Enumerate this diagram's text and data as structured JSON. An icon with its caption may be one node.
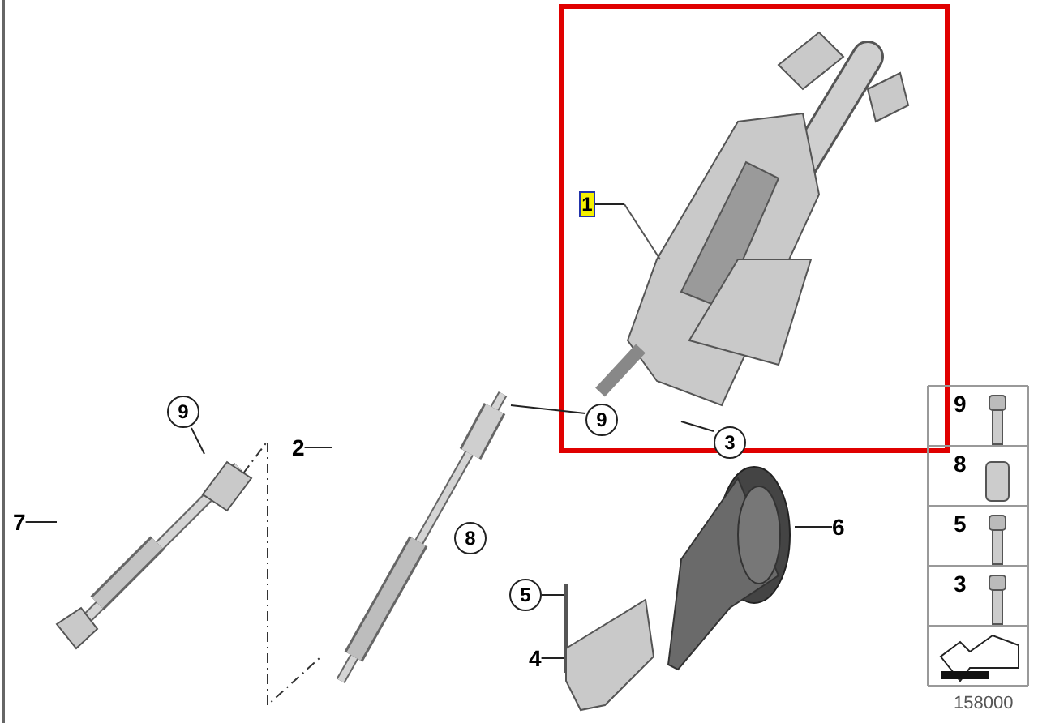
{
  "diagram": {
    "nodes": [
      {
        "text": [
          "1"
        ]
      },
      {
        "text": [],
        "shape": "picture"
      },
      {
        "text": [
          "3"
        ]
      },
      {
        "text": [
          "9"
        ]
      },
      {
        "text": [
          "2"
        ]
      },
      {
        "text": [],
        "shape": "picture"
      },
      {
        "text": [
          "7"
        ]
      },
      {
        "text": [],
        "shape": "picture"
      },
      {
        "text": [
          "9"
        ]
      },
      {
        "text": [
          "5"
        ]
      },
      {
        "text": [
          "4"
        ]
      },
      {
        "text": [],
        "shape": "picture"
      },
      {
        "text": [
          "6"
        ]
      },
      {
        "text": [],
        "shape": "picture"
      }
    ],
    "edges": [
      {
        "from": 0,
        "to": 1,
        "arrow": "none"
      },
      {
        "from": 2,
        "to": 1,
        "arrow": "none"
      },
      {
        "from": 3,
        "to": 5,
        "arrow": "none"
      },
      {
        "from": 4,
        "to": 5,
        "arrow": "none"
      },
      {
        "from": 6,
        "to": 7,
        "arrow": "none"
      },
      {
        "from": 8,
        "to": 7,
        "arrow": "none"
      },
      {
        "from": 9,
        "to": 11,
        "arrow": "none"
      },
      {
        "from": 10,
        "to": 11,
        "arrow": "none"
      },
      {
        "from": 12,
        "to": 13,
        "arrow": "none"
      }
    ],
    "labels": [
      "8",
      "9",
      "8",
      "5",
      "3",
      "158000"
    ]
  }
}
